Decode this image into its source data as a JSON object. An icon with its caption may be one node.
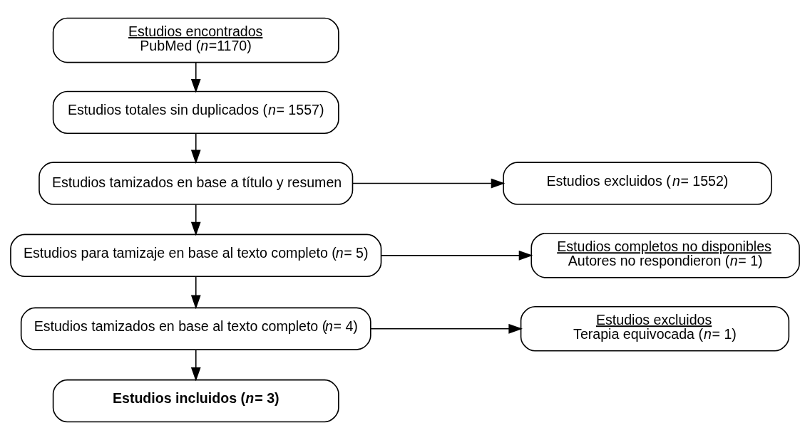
{
  "diagram": {
    "nodes": [
      {
        "text": [
          "Estudios encontrados",
          "PubMed (*n*=1170)"
        ]
      },
      {
        "text": [
          "Estudios totales sin duplicados (*n*= 1557)"
        ]
      },
      {
        "text": [
          "Estudios tamizados en base a título y resumen"
        ]
      },
      {
        "text": [
          "Estudios excluidos (*n*= 1552)"
        ]
      },
      {
        "text": [
          "Estudios para tamizaje en base al texto completo (*n*= 5)"
        ]
      },
      {
        "text": [
          "Estudios completos no disponibles",
          "Autores no respondieron (*n*= 1)"
        ]
      },
      {
        "text": [
          "Estudios tamizados en base al texto completo (*n*= 4)"
        ]
      },
      {
        "text": [
          "Estudios excluidos",
          "Terapia equivocada (*n*= 1)"
        ]
      },
      {
        "text": [
          "Estudios incluidos (*n*= 3)"
        ]
      }
    ],
    "edges": [
      {
        "from": 0,
        "to": 1,
        "arrow": "to"
      },
      {
        "from": 1,
        "to": 2,
        "arrow": "to"
      },
      {
        "from": 2,
        "to": 3,
        "arrow": "to"
      },
      {
        "from": 2,
        "to": 4,
        "arrow": "to"
      },
      {
        "from": 4,
        "to": 5,
        "arrow": "to"
      },
      {
        "from": 4,
        "to": 6,
        "arrow": "to"
      },
      {
        "from": 6,
        "to": 7,
        "arrow": "to"
      },
      {
        "from": 6,
        "to": 8,
        "arrow": "to"
      }
    ]
  }
}
